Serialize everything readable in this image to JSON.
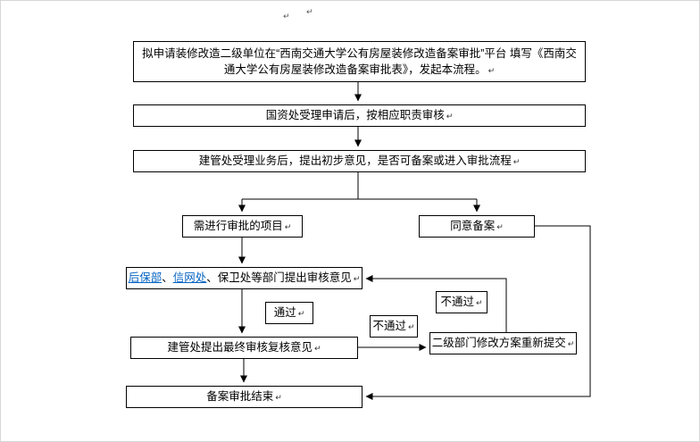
{
  "flowchart": {
    "start": {
      "text": "拟申请装修改造二级单位在“西南交通大学公有房屋装修改造备案审批”平台 填写《西南交通大学公有房屋装修改造备案审批表》，发起本流程。"
    },
    "asset_office": {
      "text": "国资处受理申请后，按相应职责审核"
    },
    "construction_office_initial": {
      "text": "建管处受理业务后，提出初步意见，是否可备案或进入审批流程"
    },
    "need_approval": {
      "text": "需进行审批的项目"
    },
    "agree_filing": {
      "text": "同意备案"
    },
    "dept_review": {
      "link1": "后保部",
      "sep": "、",
      "link2": "信网处",
      "rest": "、保卫处等部门提出审核意见"
    },
    "pass_label": {
      "text": "通过"
    },
    "final_review": {
      "text": "建管处提出最终审核复核意见"
    },
    "fail_label_final": {
      "text": "不通过"
    },
    "fail_label_review": {
      "text": "不通过"
    },
    "resubmit": {
      "text": "二级部门修改方案重新提交"
    },
    "end": {
      "text": "备案审批结束"
    }
  },
  "marks": {
    "line_break": "↵",
    "page_marks": [
      "↵",
      "↵"
    ]
  },
  "colors": {
    "link": "#0563C1",
    "line": "#000000"
  }
}
